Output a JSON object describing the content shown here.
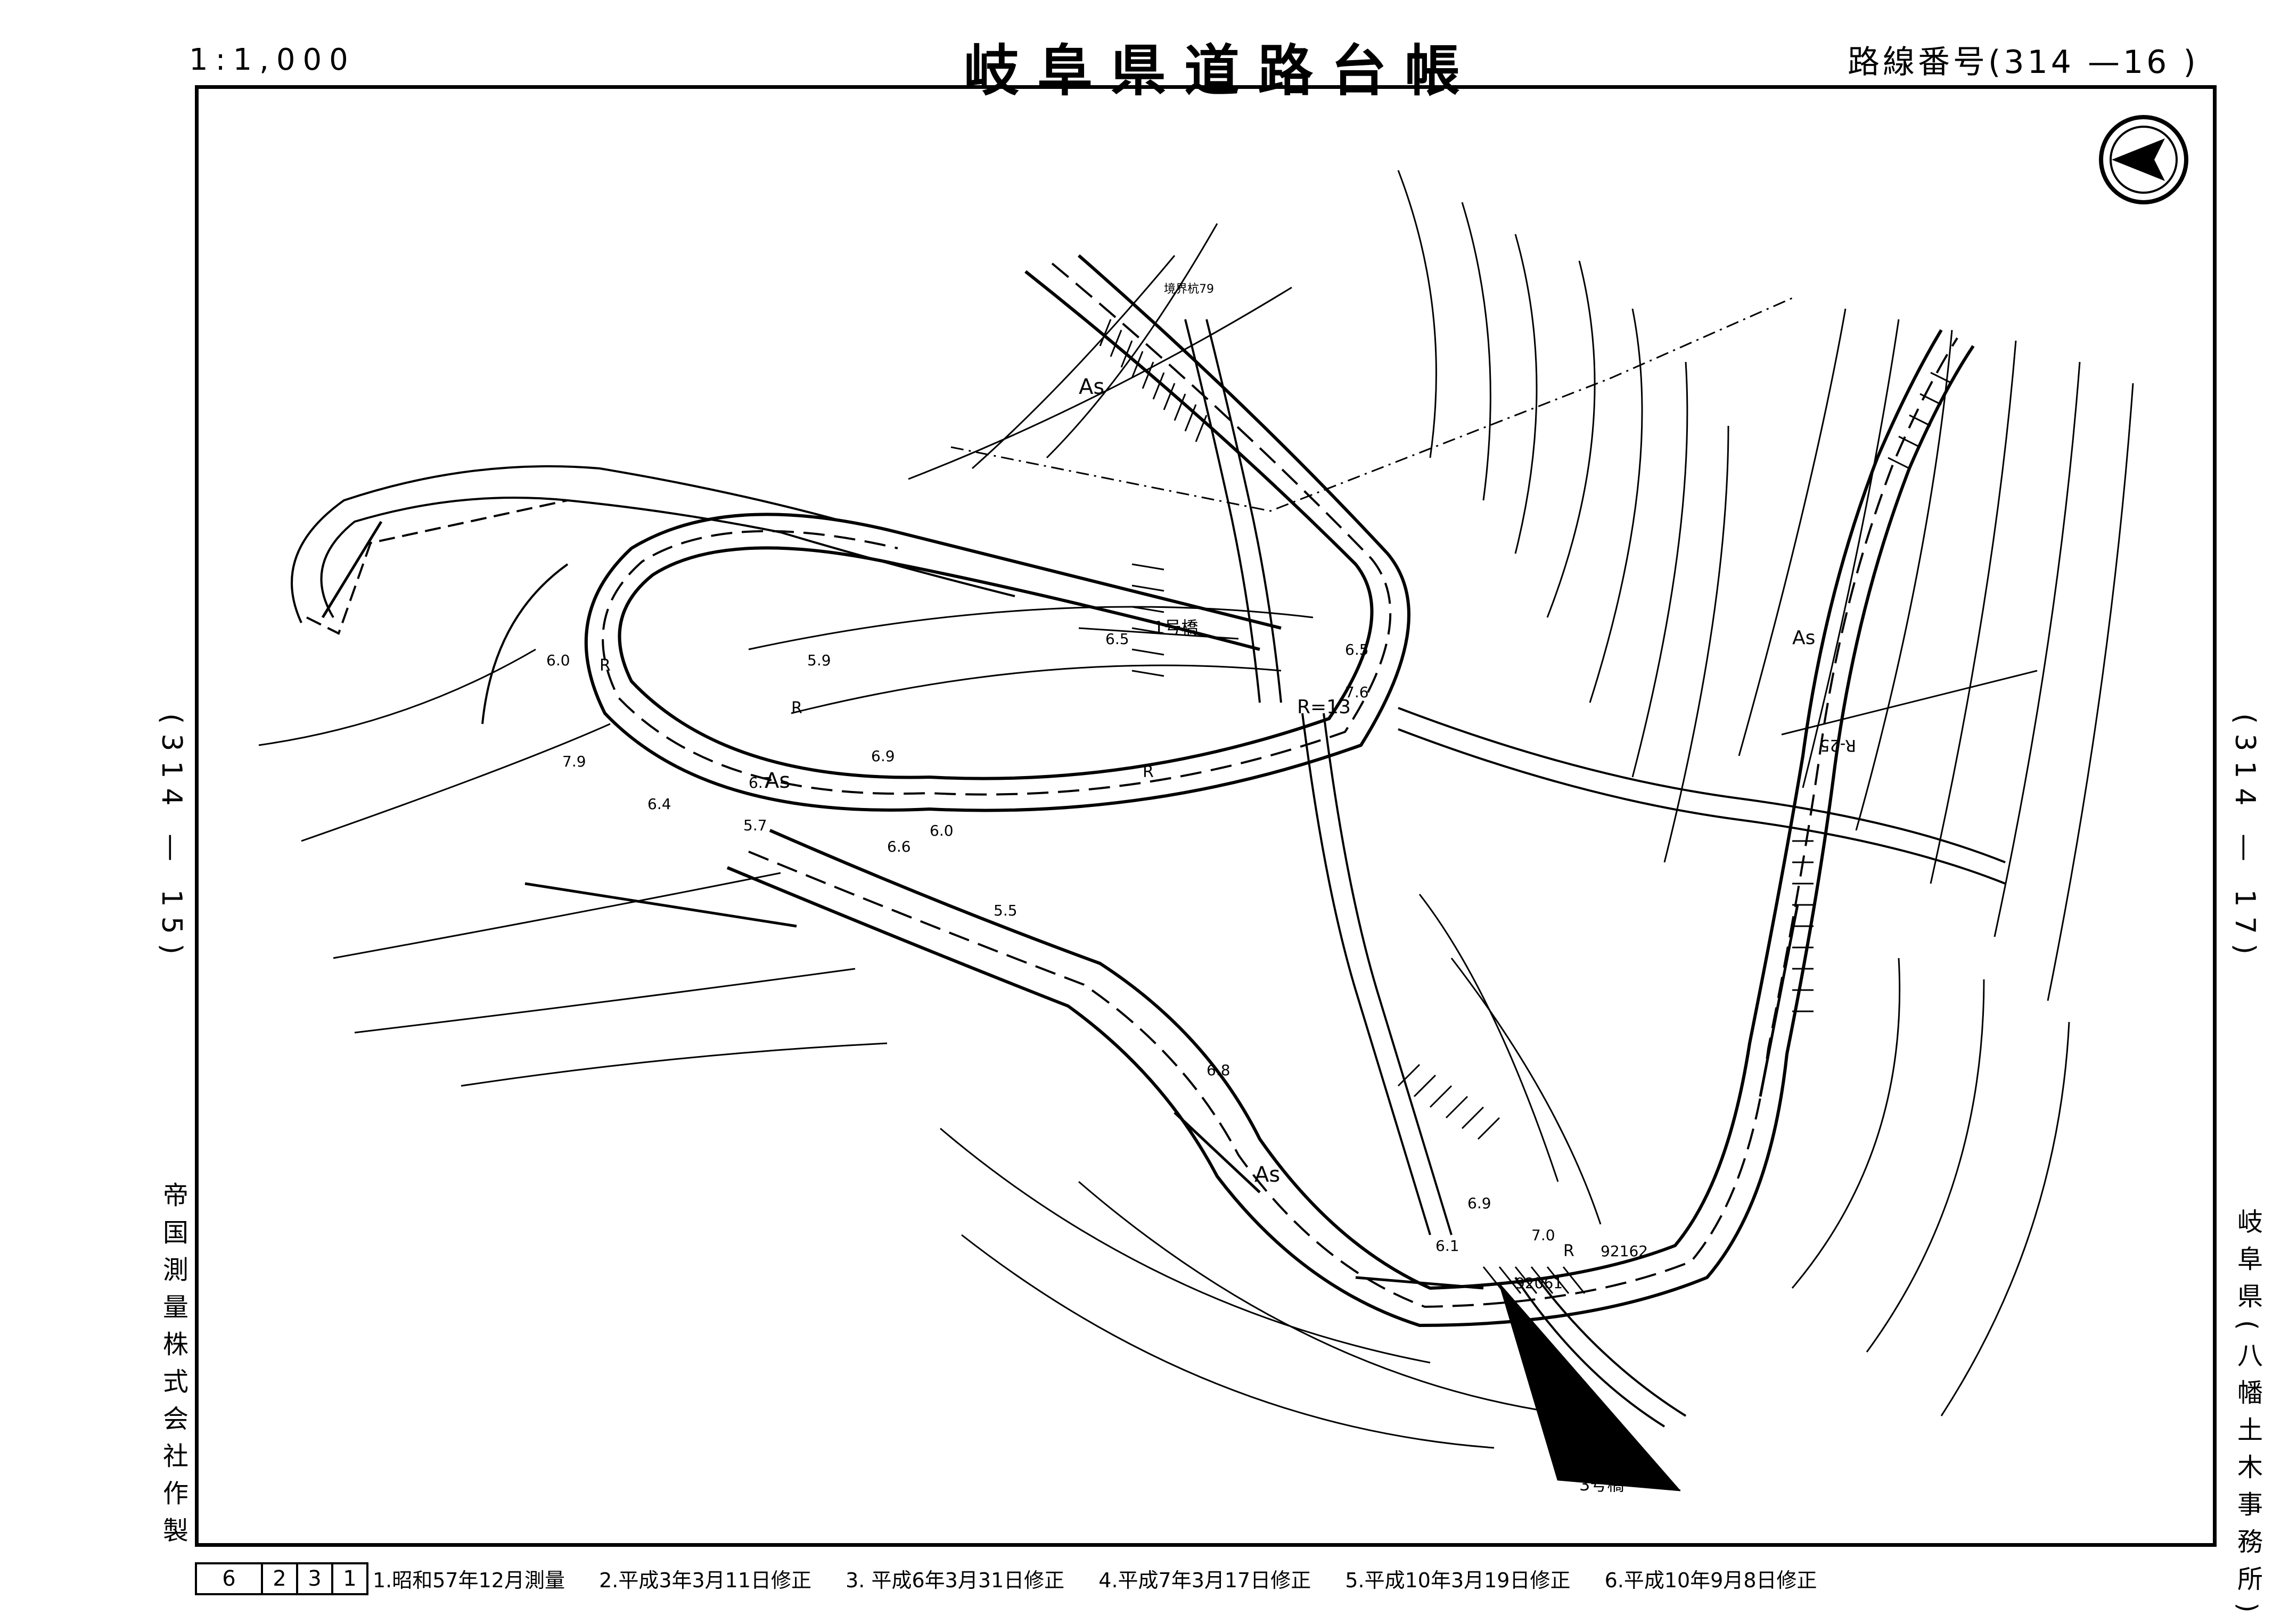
{
  "header": {
    "scale": "1:1,000",
    "title": "岐阜県道路台帳",
    "route_number": "路線番号(314 —16 )"
  },
  "side_refs": {
    "left": "(314 — 15)",
    "right": "(314 — 17)"
  },
  "maker": "帝国測量株式会社作製",
  "office": "岐阜県(八幡土木事務所)",
  "sheet_cells": [
    "6",
    "2",
    "3",
    "1"
  ],
  "revision_history": [
    "1.昭和57年12月測量",
    "2.平成3年3月11日修正",
    "3. 平成6年3月31日修正",
    "4.平成7年3月17日修正",
    "5.平成10年3月19日修正",
    "6.平成10年9月8日修正"
  ],
  "map": {
    "bridge_1": "1号橋",
    "bridge_3": "3号橋",
    "marker_top": "境界杭79",
    "pavement": "As",
    "radius_13": "R=13",
    "radius_25": "R-25",
    "km_upper": "92162",
    "km_lower": "92061",
    "widths": [
      "6.5",
      "7.6",
      "6.0",
      "7.9",
      "6.7",
      "6.9",
      "5.9",
      "6.5",
      "6.4",
      "5.7",
      "6.6",
      "5.5",
      "6.0",
      "6.8",
      "6.1",
      "7.0",
      "6.9"
    ],
    "symbol_r": "R"
  },
  "colors": {
    "ink": "#000000",
    "paper": "#ffffff"
  },
  "icons": {
    "north": "north-arrow-icon"
  }
}
